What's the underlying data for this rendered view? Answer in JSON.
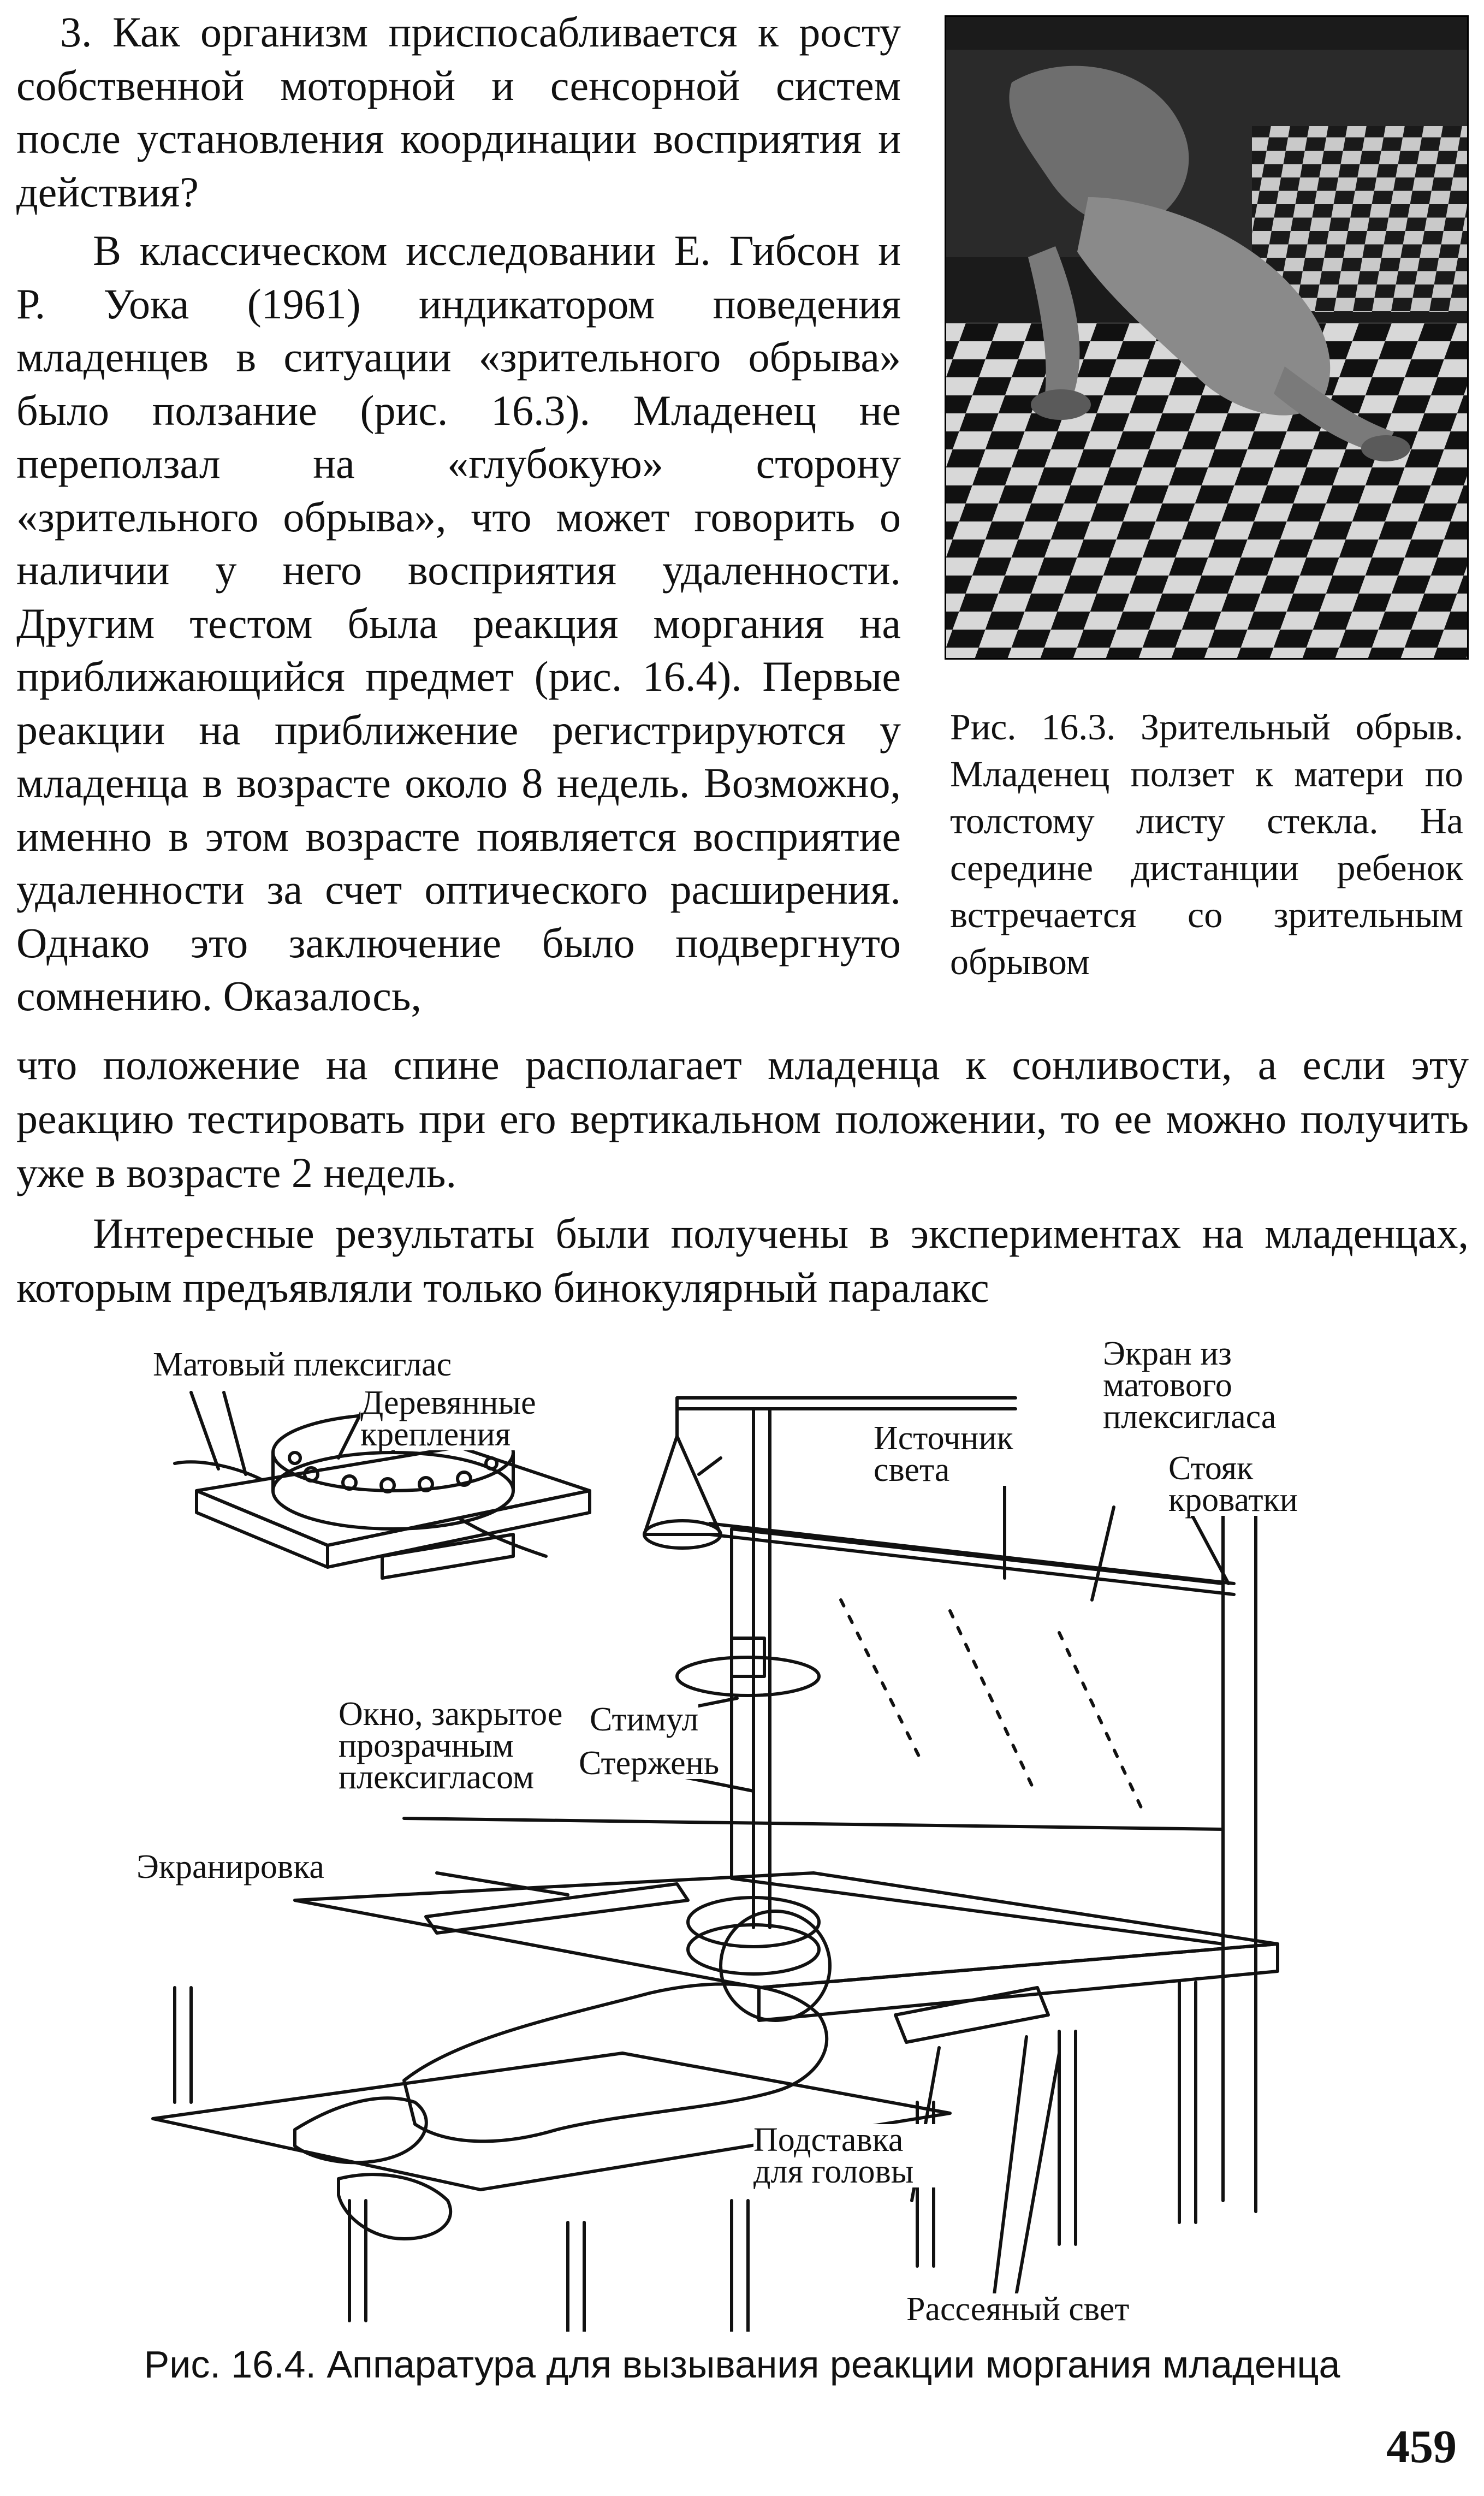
{
  "top_text": {
    "question": "3. Как организм приспосабливается к росту собственной моторной и сенсорной систем после установления координации восприятия и действия?",
    "paragraph": "В классическом исследовании Е. Гибсон и Р. Уока (1961) индикатором поведения младенцев в ситуации «зрительного обрыва» было ползание (рис. 16.3). Младенец не переползал на «глубокую» сторону «зрительного обрыва», что может говорить о наличии у него восприятия удаленности. Другим тестом была реакция моргания на приближающийся предмет (рис. 16.4). Первые реакции на приближение регистрируются у младенца в возрасте около 8 недель. Возможно, именно в этом возрасте появляется восприятие удаленности за счет оптического расширения. Однако это заключение было подвергнуто сомнению. Оказалось,"
  },
  "full_text": {
    "continuation": "что положение на спине располагает младенца к сонливости, а если эту реакцию тестировать при его вертикальном положении, то ее можно получить уже в возрасте 2 недель.",
    "next_paragraph": "Интересные результаты были получены в экспериментах на младенцах, которым предъявляли только бинокулярный паралакс"
  },
  "figure_16_3": {
    "caption": "Рис. 16.3. Зрительный обрыв. Младенец ползет к матери по толстому листу стекла. На середине дистанции ребенок встречается со зрительным обрывом"
  },
  "figure_16_4": {
    "labels": {
      "matte_plexiglass": "Матовый плексиглас",
      "wooden_mounts": "Деревянные крепления",
      "light_source": "Источник света",
      "screen": "Экран из матового плексигласа",
      "crib_post": "Стояк кроватки",
      "window": "Окно, закрытое прозрачным плексигласом",
      "stimulus": "Стимул",
      "rod": "Стержень",
      "shielding": "Экранировка",
      "head_support": "Подставка для головы",
      "diffuse_light": "Рассеяный свет"
    },
    "caption": "Рис. 16.4. Аппаратура для вызывания реакции моргания младенца"
  },
  "page_number": "459"
}
